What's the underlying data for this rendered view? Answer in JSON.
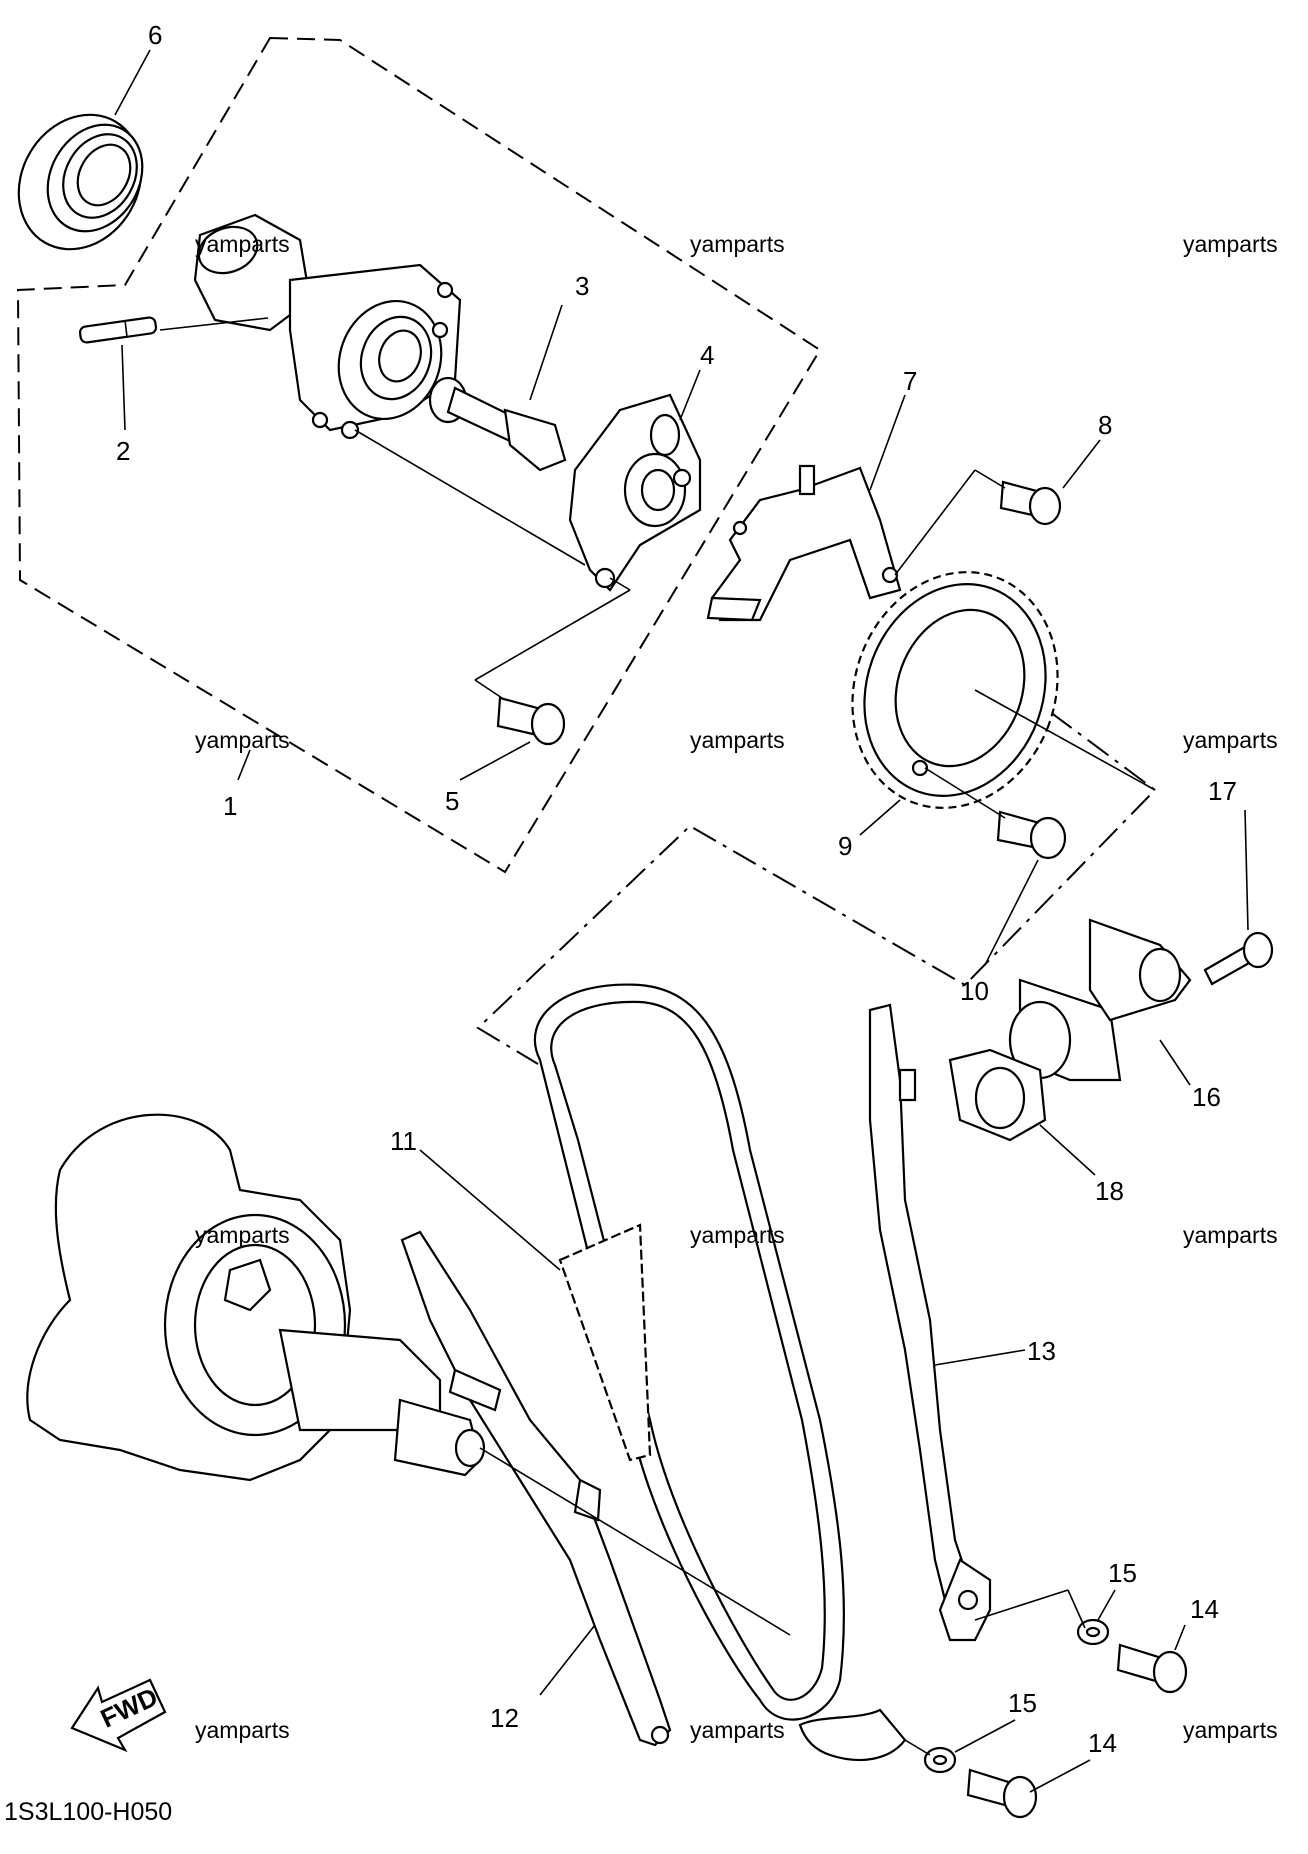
{
  "diagram": {
    "code": "1S3L100-H050",
    "watermark": "yamparts",
    "fwd_label": "FWD",
    "callouts": [
      "1",
      "2",
      "3",
      "4",
      "5",
      "6",
      "7",
      "8",
      "9",
      "10",
      "11",
      "12",
      "13",
      "14",
      "15",
      "16",
      "17",
      "18"
    ],
    "callout_14b": "14",
    "callout_15b": "15"
  }
}
